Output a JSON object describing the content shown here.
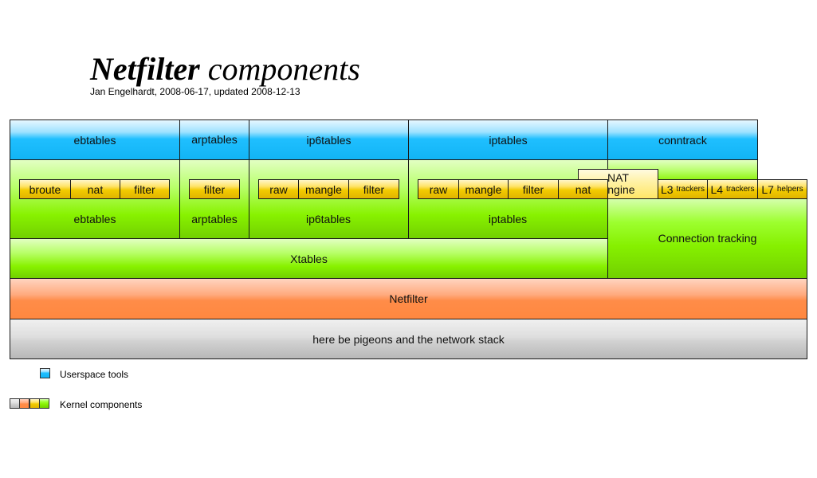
{
  "title": {
    "bold": "Netfilter",
    "rest": " components"
  },
  "subtitle": "Jan Engelhardt, 2008-06-17, updated 2008-12-13",
  "userspace": {
    "ebtables": "ebtables",
    "arptables": "arptables",
    "ip6tables": "ip6tables",
    "iptables": "iptables",
    "conntrack": "conntrack"
  },
  "kernel": {
    "ebtables": {
      "label": "ebtables",
      "tables": [
        "broute",
        "nat",
        "filter"
      ]
    },
    "arptables": {
      "label": "arptables",
      "tables": [
        "filter"
      ]
    },
    "ip6tables": {
      "label": "ip6tables",
      "tables": [
        "raw",
        "mangle",
        "filter"
      ]
    },
    "iptables": {
      "label": "iptables",
      "tables": [
        "raw",
        "mangle",
        "filter",
        "nat"
      ]
    },
    "nat_engine": {
      "line1": "NAT",
      "line2": "engine"
    },
    "trackers": [
      {
        "big": "L3",
        "small": "trackers"
      },
      {
        "big": "L4",
        "small": "trackers"
      },
      {
        "big": "L7",
        "small": "helpers"
      }
    ],
    "xtables": "Xtables",
    "connection_tracking": "Connection tracking",
    "netfilter": "Netfilter",
    "network_stack": "here be pigeons and the network stack"
  },
  "legend": {
    "userspace": "Userspace tools",
    "kernel": "Kernel components"
  },
  "colors": {
    "userspace": "#1fbfff",
    "kernel_grey": "#d2d2d2",
    "kernel_orange": "#ff8c48",
    "kernel_yellow": "#f2cb00",
    "kernel_green": "#88f200"
  }
}
